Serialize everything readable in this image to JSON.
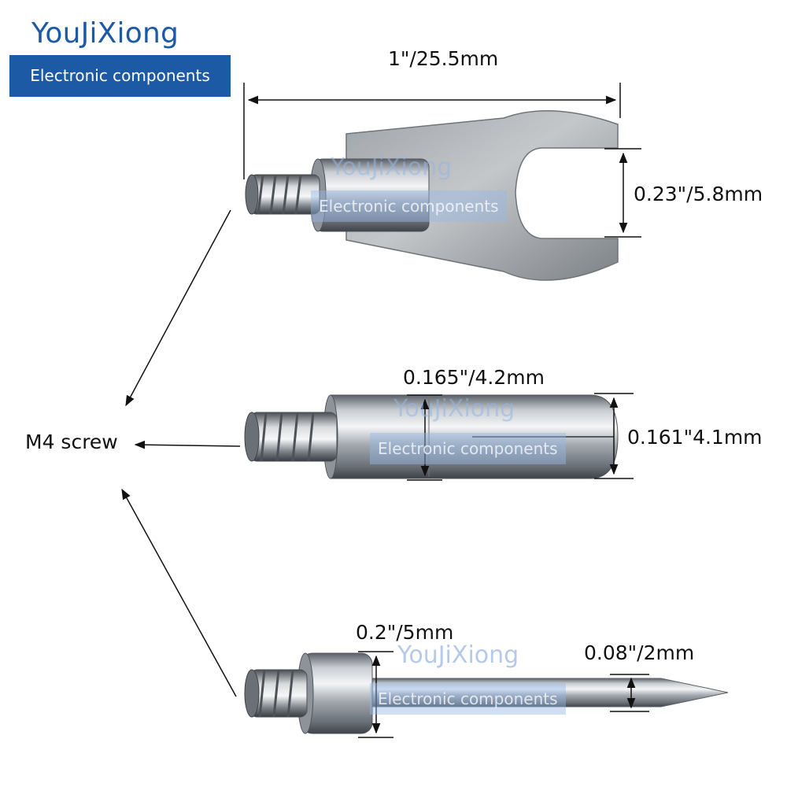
{
  "brand": {
    "name": "YouJiXiong",
    "tagline": "Electronic components",
    "primary_color": "#1d5aa6"
  },
  "watermark": {
    "name": "YouJiXiong",
    "tagline": "Electronic components"
  },
  "diagram": {
    "callout": "M4 screw",
    "parts": [
      {
        "kind": "fork-tip",
        "dimensions": [
          "1\"/25.5mm",
          "0.23\"/5.8mm"
        ]
      },
      {
        "kind": "round-tip",
        "dimensions": [
          "0.165\"/4.2mm",
          "0.161\"4.1mm"
        ]
      },
      {
        "kind": "needle-tip",
        "dimensions": [
          "0.2\"/5mm",
          "0.08\"/2mm"
        ]
      }
    ]
  }
}
